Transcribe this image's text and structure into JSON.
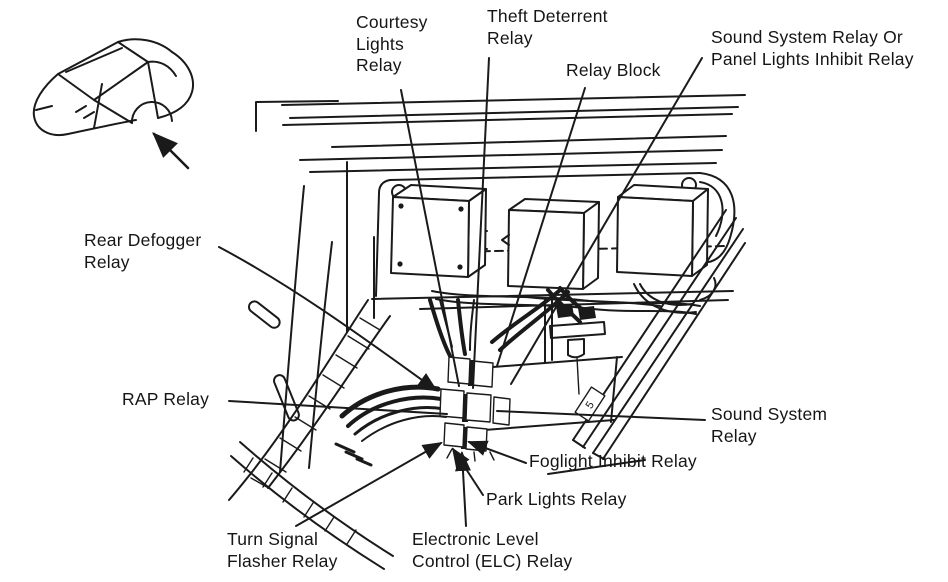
{
  "diagram": {
    "title_semantic": "Relay location illustration",
    "labels": {
      "courtesy_lights": "Courtesy\nLights\nRelay",
      "theft_deterrent": "Theft Deterrent\nRelay",
      "relay_block": "Relay Block",
      "sound_or_panel": "Sound System Relay Or\nPanel Lights Inhibit Relay",
      "rear_defogger": "Rear Defogger\nRelay",
      "rap": "RAP Relay",
      "sound_system": "Sound System\nRelay",
      "foglight_inhibit": "Foglight Inhibit Relay",
      "park_lights": "Park Lights Relay",
      "turn_signal": "Turn Signal\nFlasher Relay",
      "elc": "Electronic Level\nControl (ELC) Relay"
    },
    "stamp": "5",
    "colors": {
      "ink": "#1a1a1a",
      "background": "#ffffff"
    }
  }
}
